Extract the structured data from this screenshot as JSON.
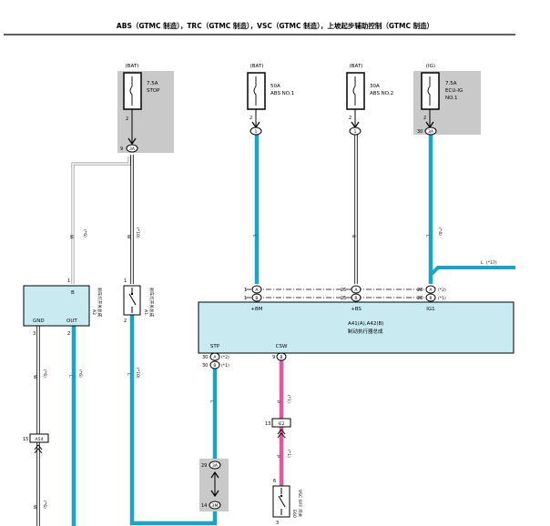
{
  "title": "ABS（GTMC 制造），TRC（GTMC 制造），VSC（GTMC 制造），上坡起步辅助控制（GTMC 制造）",
  "colors": {
    "wire_blue": "#1aa3c4",
    "wire_pink": "#e2589e",
    "module_fill": "#c9eaf1",
    "fuse_bg": "#c9c9c9"
  },
  "fuses": [
    {
      "source": "(BAT)",
      "rating": "7.5A",
      "name": "STOP",
      "pin": "2",
      "conn_pin": "9",
      "conn": "3A"
    },
    {
      "source": "(BAT)",
      "rating": "50A",
      "name": "ABS NO.1",
      "pin": "2",
      "conn": "1"
    },
    {
      "source": "(BAT)",
      "rating": "30A",
      "name": "ABS NO.2",
      "pin": "2",
      "conn": "1"
    },
    {
      "source": "(IG)",
      "rating": "7.5A",
      "name": "ECU-IG",
      "name2": "NO.1",
      "pin": "2",
      "conn_pin": "30",
      "conn": "3A"
    }
  ],
  "wires": {
    "w1": "W",
    "w1_tag": "(*6)",
    "w2": "W",
    "w2_tag": "(*10)",
    "w3": "L",
    "w4": "B",
    "w5": "L",
    "w5_tag": "(*4)",
    "w6": "L",
    "w6_tag": "(*17)",
    "w7": "L",
    "w7_tag": "(*10)",
    "w8": "L",
    "w9": "P",
    "w9_tag": "(*1)",
    "w10": "P",
    "w10_tag": "(*1)",
    "w11": "L",
    "w11_tag": "(*6)",
    "w12": "W",
    "w12_tag": "(*6)",
    "w13": "W",
    "w13_tag": "(*6)"
  },
  "a2": {
    "pin_top": "1",
    "label_top": "B",
    "gnd": "GND",
    "out": "OUT",
    "pin_gnd": "3",
    "pin_out": "2",
    "id": "A2",
    "name": "刹车灯开关总成"
  },
  "a1": {
    "pin_top": "1",
    "pin_bottom": "2",
    "id": "A1",
    "name": "刹车灯开关总成"
  },
  "module": {
    "name1": "A41(A),A42(B)",
    "name2": "制动执行器总成",
    "pins": [
      {
        "pin": "1",
        "conn": "A",
        "tag": ""
      },
      {
        "pin": "1",
        "conn": "B",
        "tag": ""
      },
      {
        "pin": "25",
        "conn": "A",
        "tag": ""
      },
      {
        "pin": "25",
        "conn": "B",
        "tag": ""
      },
      {
        "pin": "28",
        "conn": "A",
        "tag": "(*2)"
      },
      {
        "pin": "28",
        "conn": "B",
        "tag": "(*1)"
      }
    ],
    "label_bm": "+BM",
    "label_bs": "+BS",
    "label_ig1": "IG1",
    "label_stp": "STP",
    "label_csw": "CSW",
    "stp_pins": [
      {
        "pin": "30",
        "conn": "A",
        "tag": "(*2)"
      },
      {
        "pin": "30",
        "conn": "B",
        "tag": "(*1)"
      }
    ],
    "csw_pin": "9",
    "csw_conn": "B"
  },
  "connectors": {
    "j1": {
      "pin": "15",
      "id": "A54"
    },
    "j2": {
      "pin": "13",
      "id": "IE2"
    },
    "j3": {
      "pin": "29",
      "id": "3A"
    },
    "j4": {
      "pin": "14",
      "id": "3M"
    }
  },
  "switch": {
    "pin_top": "6",
    "pin_bottom": "3",
    "id": "E60",
    "name": "VSC OFF 开关"
  }
}
